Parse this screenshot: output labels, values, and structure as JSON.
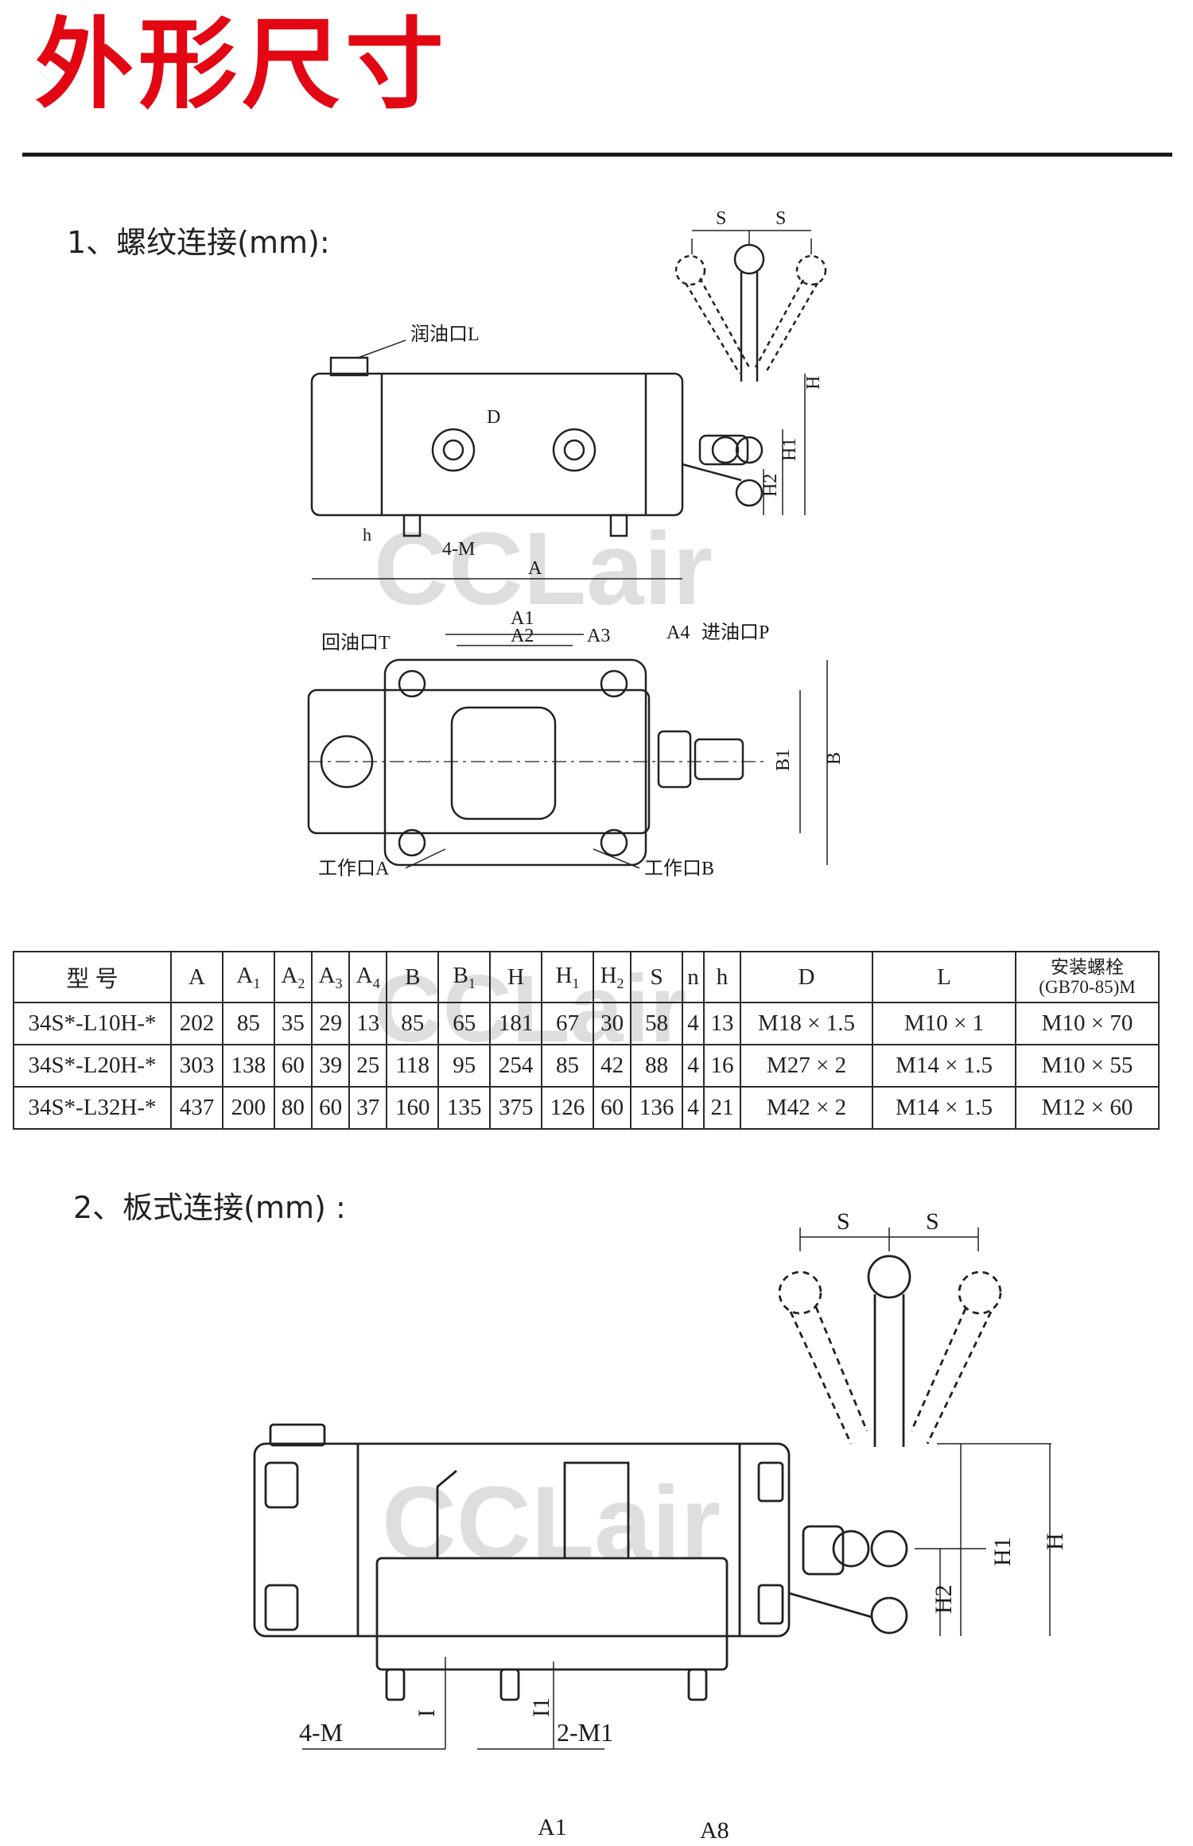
{
  "page_title": "外形尺寸",
  "sections": [
    {
      "title": "1、螺纹连接(mm):"
    },
    {
      "title": "2、板式连接(mm) :"
    }
  ],
  "watermark": "CCLair",
  "drawing1": {
    "labels": {
      "s": "S",
      "h_top": "H",
      "h1": "H1",
      "h2": "H2",
      "lube_port": "润油口L",
      "d": "D",
      "h_small": "h",
      "m4": "4-M",
      "a": "A",
      "a1": "A1",
      "a2": "A2",
      "a3": "A3",
      "a4": "A4",
      "inlet": "进油口P",
      "return": "回油口T",
      "b": "B",
      "b1": "B1",
      "work_a": "工作口A",
      "work_b": "工作口B"
    }
  },
  "drawing2": {
    "labels": {
      "s": "S",
      "h": "H",
      "h1": "H1",
      "h2": "H2",
      "i": "I",
      "i1": "I1",
      "m4": "4-M",
      "m1": "2-M1",
      "a1": "A1",
      "a8": "A8"
    }
  },
  "table": {
    "headers": [
      "型 号",
      "A",
      "A",
      "A",
      "A",
      "A",
      "B",
      "B",
      "H",
      "H",
      "H",
      "S",
      "n",
      "h",
      "D",
      "L"
    ],
    "header_subs": [
      "",
      "",
      "1",
      "2",
      "3",
      "4",
      "",
      "1",
      "",
      "1",
      "2",
      "",
      "",
      "",
      "",
      ""
    ],
    "bolt_header_line1": "安装螺栓",
    "bolt_header_line2": "(GB70-85)M",
    "rows": [
      [
        "34S*-L10H-*",
        "202",
        "85",
        "35",
        "29",
        "13",
        "85",
        "65",
        "181",
        "67",
        "30",
        "58",
        "4",
        "13",
        "M18 × 1.5",
        "M10 × 1",
        "M10 × 70"
      ],
      [
        "34S*-L20H-*",
        "303",
        "138",
        "60",
        "39",
        "25",
        "118",
        "95",
        "254",
        "85",
        "42",
        "88",
        "4",
        "16",
        "M27 × 2",
        "M14 × 1.5",
        "M10 × 55"
      ],
      [
        "34S*-L32H-*",
        "437",
        "200",
        "80",
        "60",
        "37",
        "160",
        "135",
        "375",
        "126",
        "60",
        "136",
        "4",
        "21",
        "M42 × 2",
        "M14 × 1.5",
        "M12 × 60"
      ]
    ]
  }
}
